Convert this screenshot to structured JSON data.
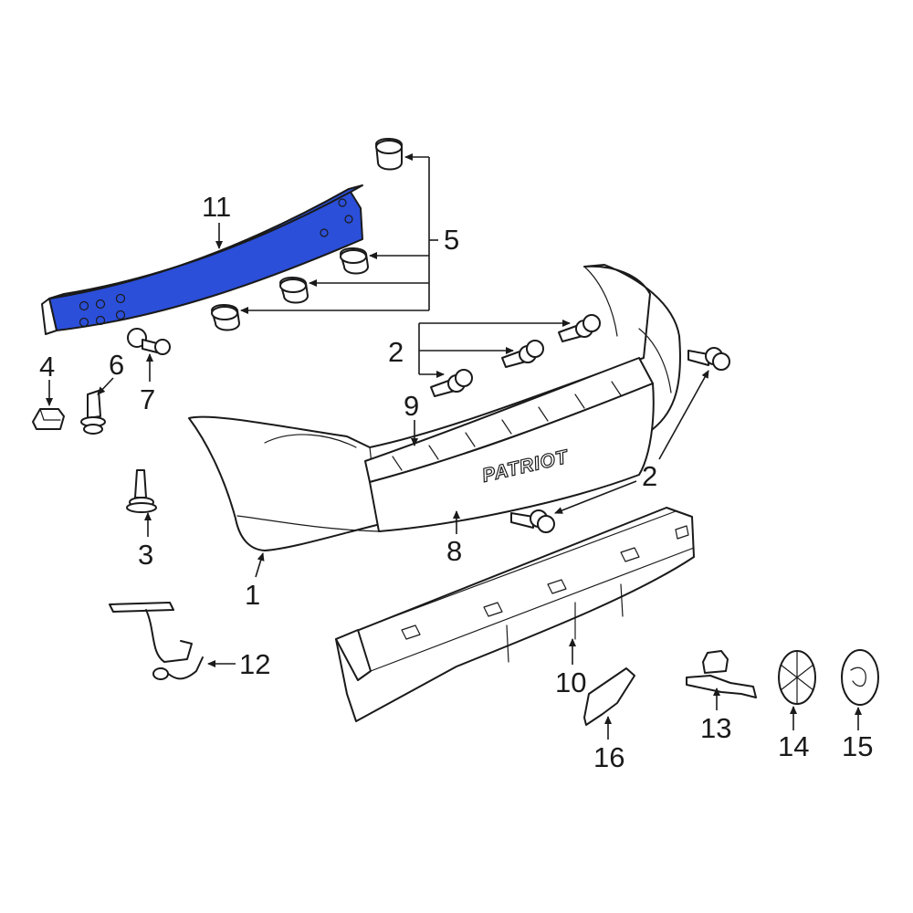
{
  "diagram": {
    "highlight_color": "#2b4fd9",
    "line_color": "#1a1a1a",
    "emblem_text": "PATRIOT",
    "callouts": {
      "c1": "1",
      "c2a": "2",
      "c2b": "2",
      "c3": "3",
      "c4": "4",
      "c5": "5",
      "c6": "6",
      "c7": "7",
      "c8": "8",
      "c9": "9",
      "c10": "10",
      "c11": "11",
      "c12": "12",
      "c13": "13",
      "c14": "14",
      "c15": "15",
      "c16": "16"
    },
    "highlighted_part": "11"
  }
}
